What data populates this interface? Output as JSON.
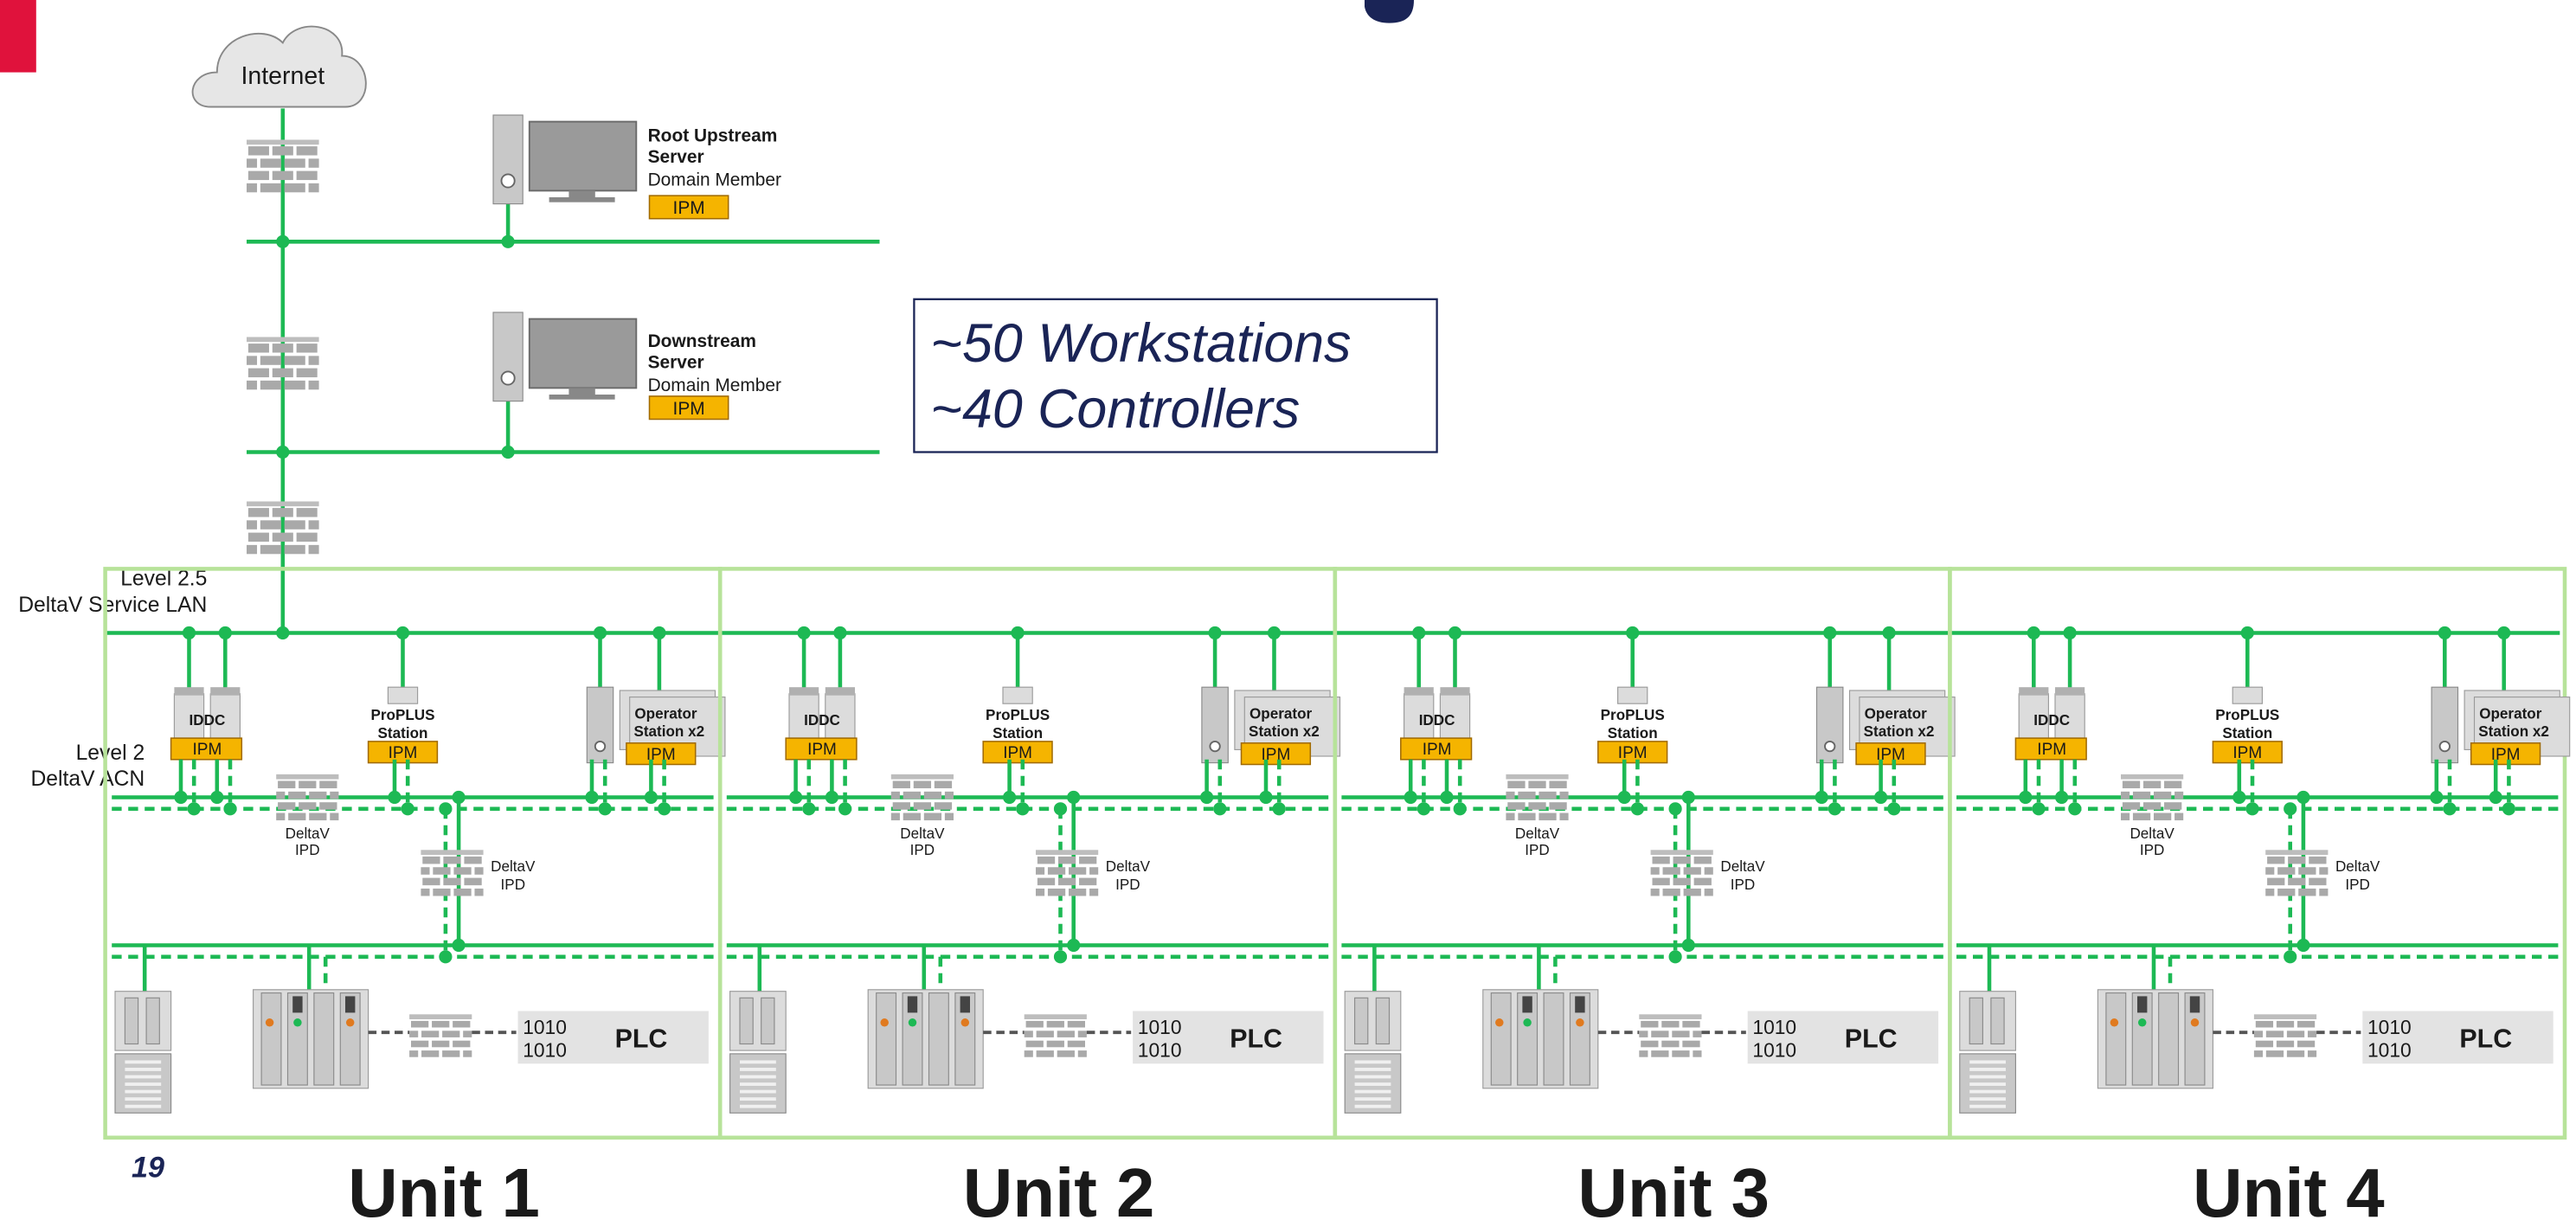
{
  "cloud_label": "Internet",
  "servers": [
    {
      "name_line1": "Root Upstream",
      "name_line2": "Server",
      "role": "Domain Member",
      "badge": "IPM"
    },
    {
      "name_line1": "Downstream",
      "name_line2": "Server",
      "role": "Domain Member",
      "badge": "IPM"
    }
  ],
  "callout": {
    "line1": "~50 Workstations",
    "line2": "~40 Controllers"
  },
  "levels": {
    "level25_line1": "Level 2.5",
    "level25_line2": "DeltaV Service LAN",
    "level2_line1": "Level 2",
    "level2_line2": "DeltaV ACN"
  },
  "unit_labels": [
    "IDDC",
    "ProPLUS",
    "Station",
    "Operator",
    "Station x2",
    "IPM",
    "DeltaV",
    "IPD",
    "PLC"
  ],
  "units": [
    {
      "title": "Unit 1"
    },
    {
      "title": "Unit 2"
    },
    {
      "title": "Unit 3"
    },
    {
      "title": "Unit 4"
    }
  ],
  "page_number": "19",
  "colors": {
    "network": "#1db954",
    "badge": "#f5b400",
    "callout_text": "#1a2456",
    "accent": "#e0123c"
  }
}
